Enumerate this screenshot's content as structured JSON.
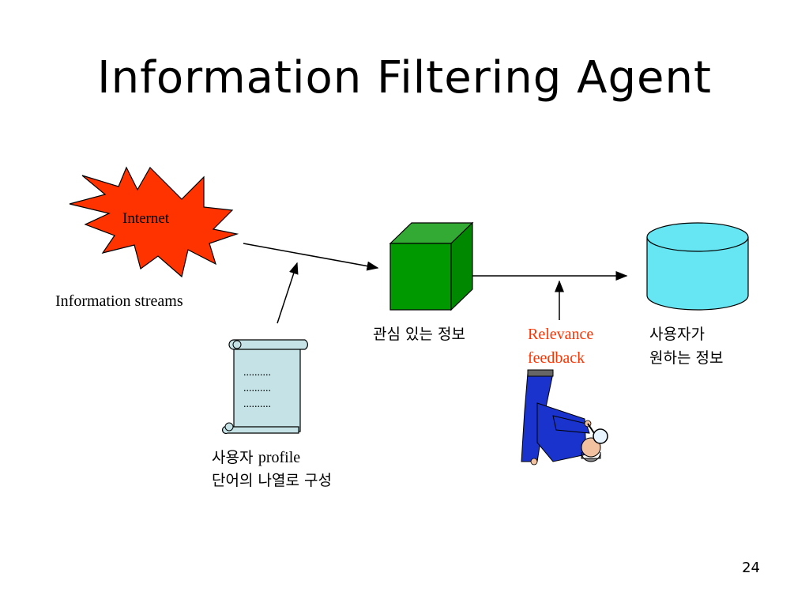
{
  "title": "Information Filtering Agent",
  "internet": {
    "label": "Internet"
  },
  "info_streams": {
    "label": "Information streams"
  },
  "profile": {
    "dots": [
      "..........",
      "..........",
      ".........."
    ],
    "label_line1_kor": "사용자",
    "label_line1_en": "profile",
    "label_line2": "단어의 나열로 구성"
  },
  "interesting_info": {
    "label": "관심 있는 정보"
  },
  "relevance": {
    "line1": "Relevance",
    "line2": "feedback"
  },
  "desired_info": {
    "line1": "사용자가",
    "line2": "원하는 정보"
  },
  "page_number": "24",
  "colors": {
    "star_fill": "#ff3300",
    "cube_front": "#009900",
    "cube_top": "#33aa33",
    "cylinder": "#66e6f2",
    "scroll": "#c5e3e6",
    "relevance_text": "#ff3300",
    "person_suit": "#1a33cc"
  }
}
